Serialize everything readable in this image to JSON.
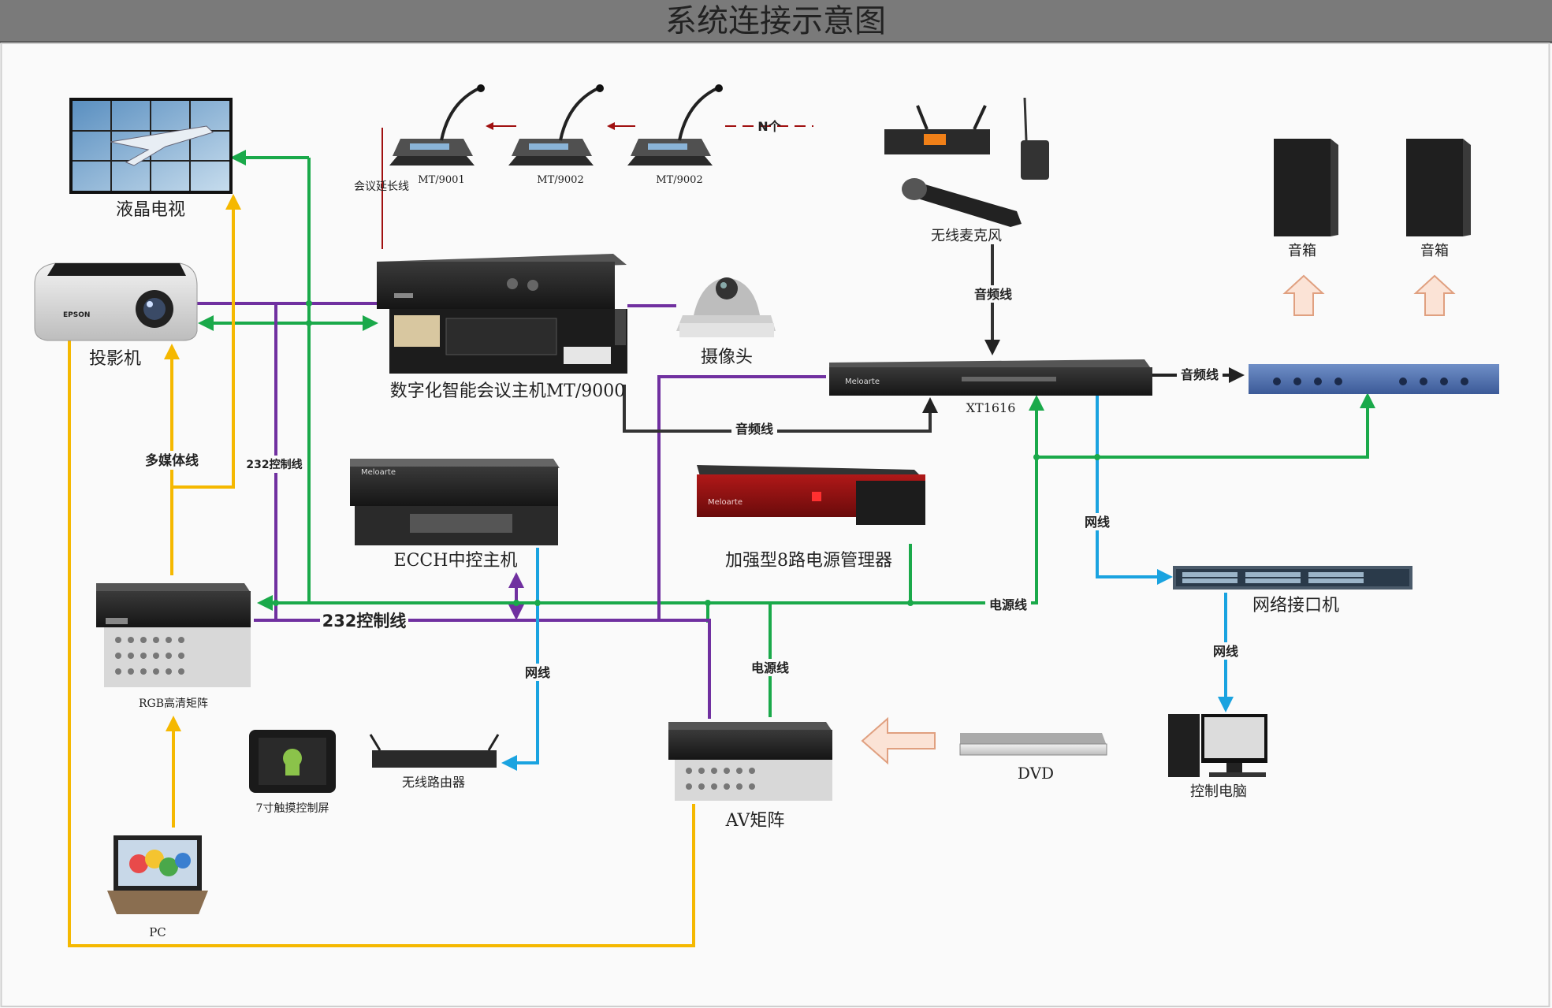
{
  "title": "系统连接示意图",
  "colors": {
    "title_bar": "#7a7a7a",
    "green": "#1aa94a",
    "purple": "#7030a0",
    "yellow": "#f5b800",
    "blue": "#1aa3e0",
    "dark": "#333333",
    "darkred": "#a01010",
    "arrow_fill": "#fbe3d6",
    "arrow_stroke": "#e0a080"
  },
  "devices": {
    "lcd_tv": "液晶电视",
    "projector": "投影机",
    "projector_brand": "EPSON",
    "mic1": "MT/9001",
    "mic2": "MT/9002",
    "mic3": "MT/9002",
    "n_units": "N个",
    "ext_cable": "会议延长线",
    "conference_host": "数字化智能会议主机MT/9000",
    "camera": "摄像头",
    "wireless_mic": "无线麦克风",
    "xt1616": "XT1616",
    "speaker1": "音箱",
    "speaker2": "音箱",
    "ecch": "ECCH中控主机",
    "power_mgr": "加强型8路电源管理器",
    "network_switch": "网络接口机",
    "rgb_matrix": "RGB高清矩阵",
    "touch_screen": "7寸触摸控制屏",
    "wireless_router": "无线路由器",
    "av_matrix": "AV矩阵",
    "dvd": "DVD",
    "control_pc": "控制电脑",
    "pc": "PC",
    "brand": "Meloarte"
  },
  "wire_labels": {
    "audio_mic": "音频线",
    "audio_host": "音频线",
    "audio_amp": "音频线",
    "multimedia": "多媒体线",
    "rs232_small": "232控制线",
    "rs232_big": "232控制线",
    "net_router": "网线",
    "net_switch": "网线",
    "net_pc": "网线",
    "power_main": "电源线",
    "power_av": "电源线"
  }
}
